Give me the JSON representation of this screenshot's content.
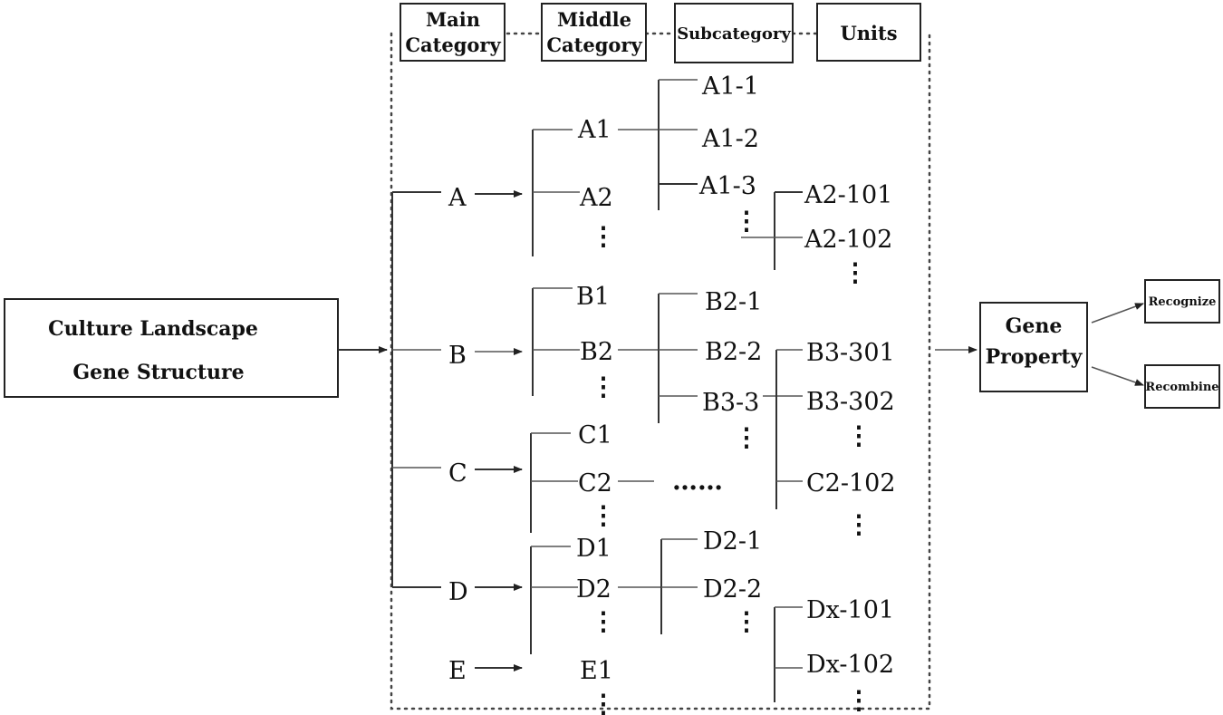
{
  "headers": {
    "main": [
      "Main",
      "Category"
    ],
    "middle": [
      "Middle",
      "Category"
    ],
    "sub": "Subcategory",
    "units": "Units"
  },
  "source": [
    "Culture Landscape",
    "Gene Structure"
  ],
  "property": [
    "Gene",
    "Property"
  ],
  "outputs": {
    "recognize": "Recognize",
    "recombine": "Recombine"
  },
  "main_categories": [
    "A",
    "B",
    "C",
    "D",
    "E"
  ],
  "middle_categories": {
    "a1": "A1",
    "a2": "A2",
    "b1": "B1",
    "b2": "B2",
    "c1": "C1",
    "c2": "C2",
    "d1": "D1",
    "d2": "D2",
    "e1": "E1"
  },
  "subcategories": {
    "a1_1": "A1-1",
    "a1_2": "A1-2",
    "a1_3": "A1-3",
    "b2_1": "B2-1",
    "b2_2": "B2-2",
    "b3_3": "B3-3",
    "d2_1": "D2-1",
    "d2_2": "D2-2"
  },
  "units": {
    "a2_101": "A2-101",
    "a2_102": "A2-102",
    "b3_301": "B3-301",
    "b3_302": "B3-302",
    "c2_102": "C2-102",
    "dx_101": "Dx-101",
    "dx_102": "Dx-102"
  },
  "ellipsis": {
    "v": "⋮",
    "h": "……"
  }
}
